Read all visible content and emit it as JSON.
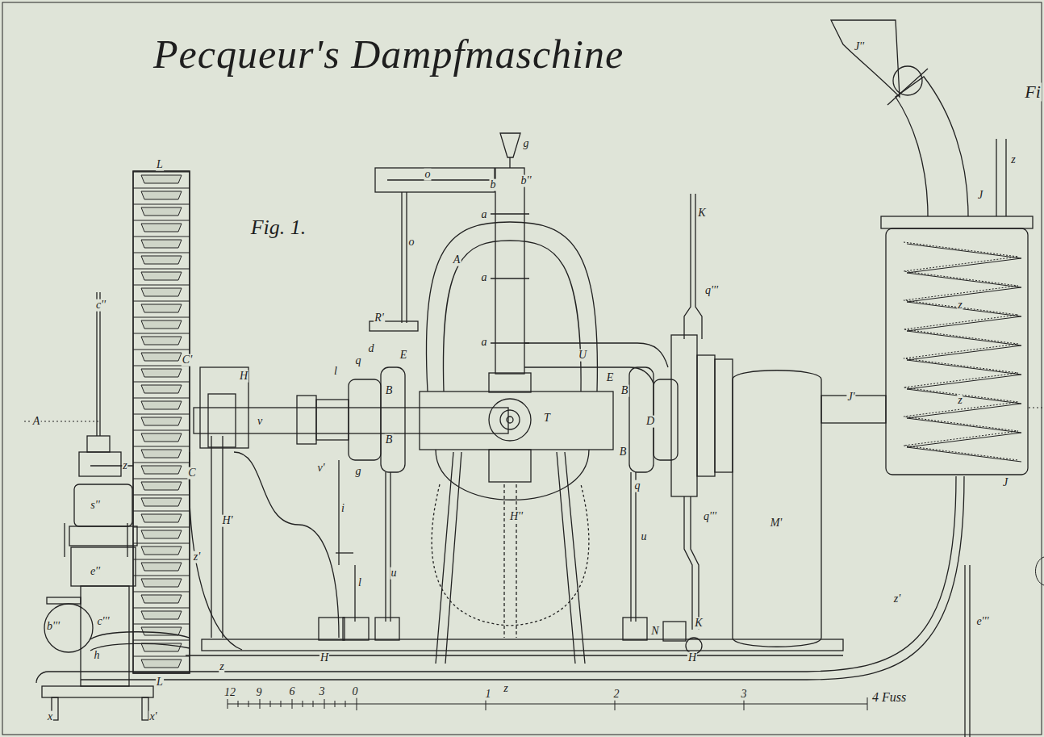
{
  "diagram": {
    "title": "Pecqueur's Dampfmaschine",
    "labels": [
      "Fig. 1.",
      "L",
      "L",
      "A",
      "c''",
      "z",
      "s''",
      "e''",
      "b'''",
      "c'''",
      "h",
      "x",
      "x'",
      "C'",
      "C",
      "H",
      "H'",
      "v",
      "v'",
      "g",
      "l",
      "i",
      "l",
      "d",
      "q",
      "R'",
      "E",
      "B",
      "B",
      "u",
      "u",
      "A",
      "a",
      "a",
      "a",
      "o",
      "b",
      "b''",
      "g",
      "o",
      "U",
      "T",
      "H''",
      "E",
      "B",
      "B",
      "D",
      "q",
      "q'''",
      "K",
      "q'''",
      "K",
      "N",
      "H",
      "H",
      "M'",
      "J'",
      "J",
      "J''",
      "z",
      "z",
      "z",
      "J",
      "z'",
      "z'",
      "z",
      "z",
      "12",
      "9",
      "6",
      "3",
      "0",
      "1",
      "2",
      "3",
      "4 Fuss",
      "Fi",
      "e'''"
    ]
  }
}
